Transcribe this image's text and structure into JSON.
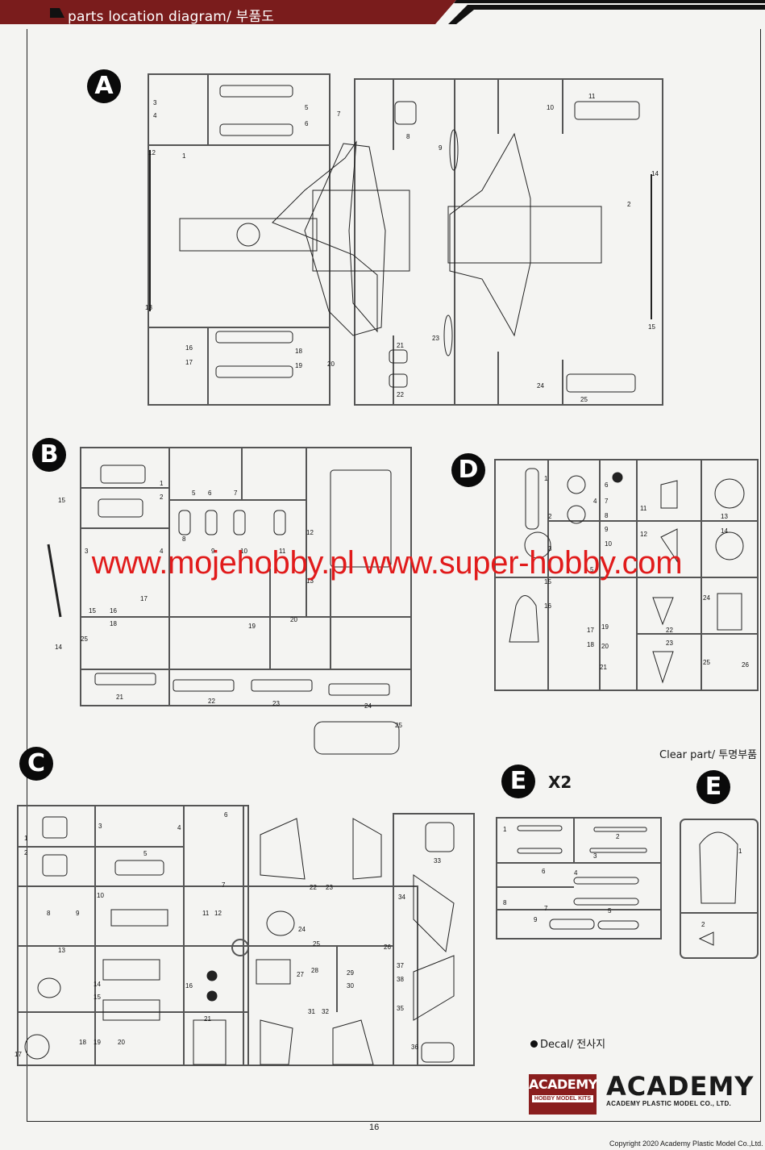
{
  "header": {
    "title": "parts location diagram/ 부품도",
    "bar_color": "#7a1c1c"
  },
  "sprues": {
    "A": {
      "label": "A",
      "numbers": [
        "1",
        "2",
        "3",
        "4",
        "5",
        "6",
        "7",
        "8",
        "9",
        "10",
        "11",
        "12",
        "13",
        "14",
        "15",
        "16",
        "17",
        "18",
        "19",
        "20",
        "21",
        "22",
        "23",
        "24",
        "25"
      ]
    },
    "B": {
      "label": "B",
      "numbers": [
        "1",
        "2",
        "3",
        "4",
        "5",
        "6",
        "7",
        "8",
        "9",
        "10",
        "11",
        "12",
        "13",
        "14",
        "15",
        "16",
        "17",
        "18",
        "19",
        "20",
        "21",
        "22",
        "23",
        "24",
        "25"
      ]
    },
    "C": {
      "label": "C",
      "numbers": [
        "1",
        "2",
        "3",
        "4",
        "5",
        "6",
        "7",
        "8",
        "9",
        "10",
        "11",
        "12",
        "13",
        "14",
        "15",
        "16",
        "17",
        "18",
        "19",
        "20",
        "21",
        "22",
        "23",
        "24",
        "25",
        "26",
        "27",
        "28",
        "29",
        "30",
        "31",
        "32",
        "33",
        "34",
        "35",
        "36",
        "37",
        "38"
      ]
    },
    "D": {
      "label": "D",
      "numbers": [
        "1",
        "2",
        "3",
        "4",
        "5",
        "6",
        "7",
        "8",
        "9",
        "10",
        "11",
        "12",
        "13",
        "14",
        "15",
        "16",
        "17",
        "18",
        "19",
        "20",
        "21",
        "22",
        "23",
        "24",
        "25",
        "26"
      ]
    },
    "E_multi": {
      "label": "E",
      "qty": "X2",
      "numbers": [
        "1",
        "2",
        "3",
        "4",
        "5",
        "6",
        "7",
        "8",
        "9"
      ]
    },
    "E_clear": {
      "label": "E",
      "numbers": [
        "1",
        "2"
      ]
    }
  },
  "watermark": "www.mojehobby.pl www.super-hobby.com",
  "clear_part_note": "Clear part/ 투명부품",
  "decal_note": "Decal/ 전사지",
  "brand": {
    "badge_line1": "ACADEMY",
    "badge_line2": "HOBBY MODEL KITS",
    "logo": "ACADEMY",
    "company": "ACADEMY PLASTIC MODEL CO., LTD.",
    "brand_color": "#8a1e1e"
  },
  "page_number": "16",
  "copyright": "Copyright 2020 Academy Plastic Model Co.,Ltd."
}
